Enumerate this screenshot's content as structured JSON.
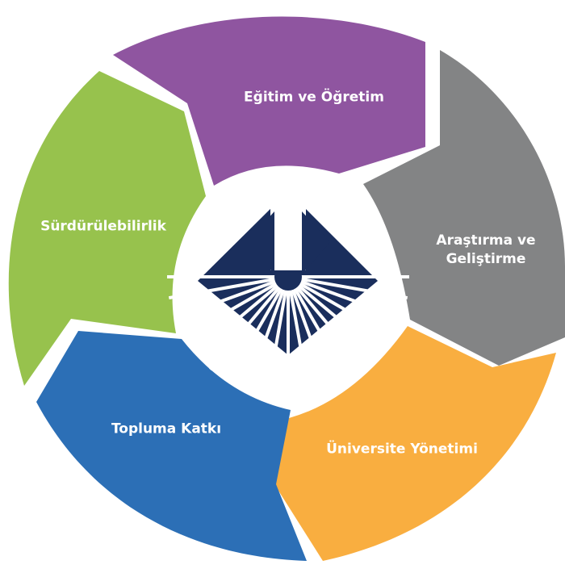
{
  "segments": [
    {
      "id": "egitim",
      "label": "Eğitim ve Öğretim",
      "color": "#8f55a0"
    },
    {
      "id": "arastirma",
      "label": "Araştırma ve Geliştirme",
      "lines": [
        "Araştırma ve",
        "Geliştirme"
      ],
      "color": "#838485"
    },
    {
      "id": "yonetim",
      "label": "Üniversite Yönetimi",
      "color": "#f9ae40"
    },
    {
      "id": "katki",
      "label": "Topluma Katkı",
      "color": "#2c6fb6"
    },
    {
      "id": "surdurulebilirlik",
      "label": "Sürdürülebilirlik",
      "color": "#97c24d"
    }
  ],
  "center_logo": {
    "icon": "university-emblem-icon",
    "color": "#1a2e5c"
  }
}
